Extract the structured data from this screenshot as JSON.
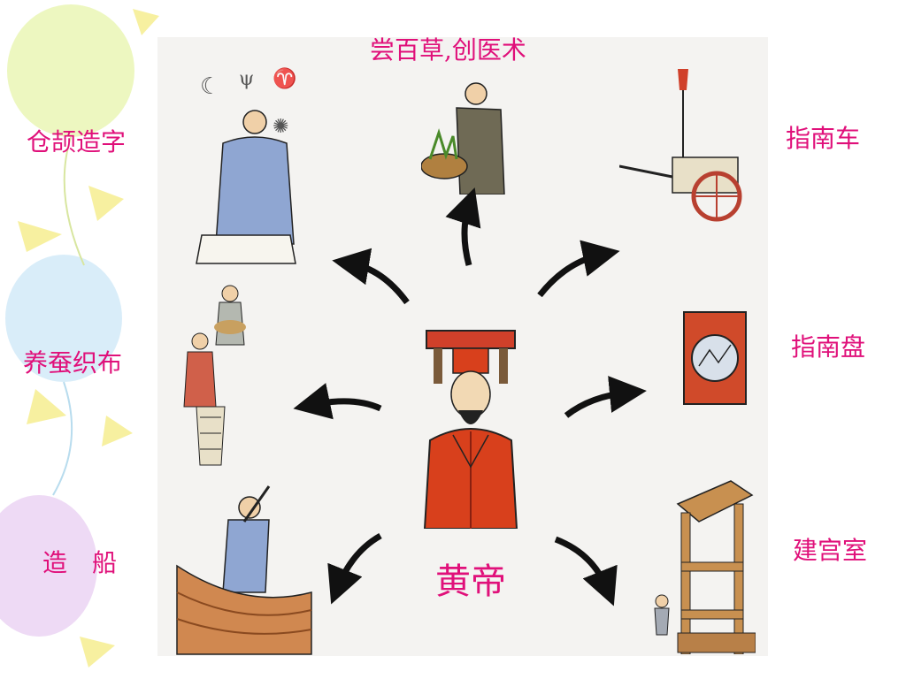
{
  "center": {
    "label": "黄帝"
  },
  "branches": [
    {
      "label": "尝百草,创医术"
    },
    {
      "label": "仓颉造字"
    },
    {
      "label": "指南车"
    },
    {
      "label": "养蚕织布"
    },
    {
      "label": "指南盘"
    },
    {
      "label": "造　船"
    },
    {
      "label": "建宫室"
    }
  ],
  "colors": {
    "label": "#e0107a",
    "arrow": "#111111",
    "robe": "#d8401c",
    "panel": "#f4f3f1"
  }
}
